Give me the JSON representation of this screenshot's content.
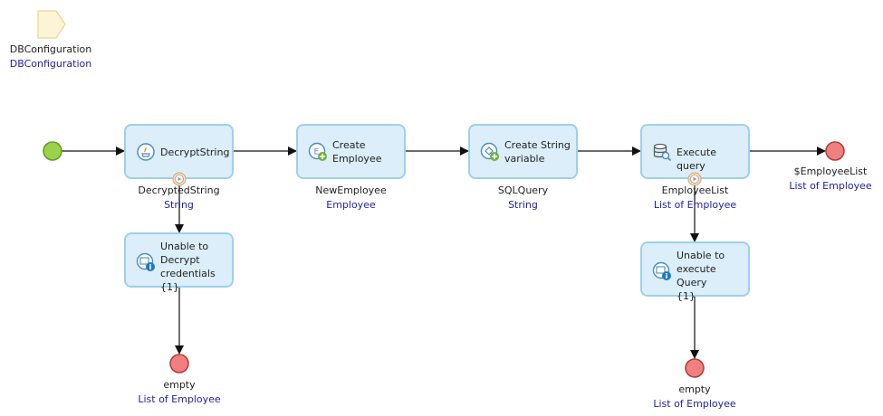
{
  "parameter": {
    "name": "DBConfiguration",
    "type": "DBConfiguration"
  },
  "activities": {
    "decrypt": {
      "label": "DecryptString",
      "output_name": "DecryptedString",
      "output_type": "String"
    },
    "create_employee": {
      "label": "Create\nEmployee",
      "output_name": "NewEmployee",
      "output_type": "Employee"
    },
    "create_string": {
      "label": "Create String\nvariable",
      "output_name": "SQLQuery",
      "output_type": "String"
    },
    "execute_query": {
      "label": "Execute query",
      "output_name": "EmployeeList",
      "output_type": "List of Employee"
    },
    "decrypt_error": {
      "label": "Unable to\nDecrypt\ncredentials {1}"
    },
    "query_error": {
      "label": "Unable to\nexecute Query\n{1}"
    }
  },
  "end_events": {
    "main": {
      "name": "$EmployeeList",
      "type": "List of Employee"
    },
    "decrypt_error": {
      "name": "empty",
      "type": "List of Employee"
    },
    "query_error": {
      "name": "empty",
      "type": "List of Employee"
    }
  },
  "colors": {
    "activity_fill": "#dbeef9",
    "activity_border": "#9ed0ea",
    "start_fill": "#9bd24a",
    "end_fill": "#f08080",
    "type_text": "#1f1fa8"
  }
}
